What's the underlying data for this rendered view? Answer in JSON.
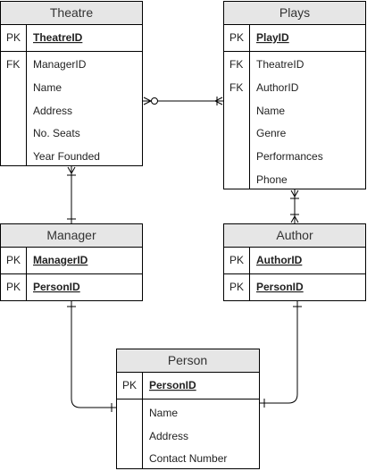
{
  "colors": {
    "header_fill": "#e6e6e6",
    "body_fill": "#ffffff",
    "stroke": "#000000",
    "text": "#222222"
  },
  "entities": {
    "theatre": {
      "title": "Theatre",
      "key_rows": [
        {
          "tag": "PK",
          "field": "TheatreID"
        }
      ],
      "rows": [
        {
          "tag": "FK",
          "field": "ManagerID"
        },
        {
          "tag": "",
          "field": "Name"
        },
        {
          "tag": "",
          "field": "Address"
        },
        {
          "tag": "",
          "field": "No. Seats"
        },
        {
          "tag": "",
          "field": "Year Founded"
        }
      ]
    },
    "plays": {
      "title": "Plays",
      "key_rows": [
        {
          "tag": "PK",
          "field": "PlayID"
        }
      ],
      "rows": [
        {
          "tag": "FK",
          "field": "TheatreID"
        },
        {
          "tag": "FK",
          "field": "AuthorID"
        },
        {
          "tag": "",
          "field": "Name"
        },
        {
          "tag": "",
          "field": "Genre"
        },
        {
          "tag": "",
          "field": "Performances"
        },
        {
          "tag": "",
          "field": "Phone"
        }
      ]
    },
    "manager": {
      "title": "Manager",
      "key_rows": [
        {
          "tag": "PK",
          "field": "ManagerID"
        },
        {
          "tag": "PK",
          "field": "PersonID"
        }
      ],
      "rows": []
    },
    "author": {
      "title": "Author",
      "key_rows": [
        {
          "tag": "PK",
          "field": "AuthorID"
        },
        {
          "tag": "PK",
          "field": "PersonID"
        }
      ],
      "rows": []
    },
    "person": {
      "title": "Person",
      "key_rows": [
        {
          "tag": "PK",
          "field": "PersonID"
        }
      ],
      "rows": [
        {
          "tag": "",
          "field": "Name"
        },
        {
          "tag": "",
          "field": "Address"
        },
        {
          "tag": "",
          "field": "Contact Number"
        }
      ]
    }
  },
  "relationships": [
    {
      "name": "theatre-plays",
      "from": "theatre",
      "to": "plays",
      "from_end": "zero-or-many",
      "to_end": "one-or-many"
    },
    {
      "name": "theatre-manager",
      "from": "theatre",
      "to": "manager",
      "from_end": "one-or-many",
      "to_end": "one"
    },
    {
      "name": "plays-author",
      "from": "plays",
      "to": "author",
      "from_end": "one-or-many",
      "to_end": "one-or-many"
    },
    {
      "name": "manager-person",
      "from": "manager",
      "to": "person",
      "from_end": "one",
      "to_end": "one"
    },
    {
      "name": "author-person",
      "from": "author",
      "to": "person",
      "from_end": "one",
      "to_end": "one"
    }
  ]
}
